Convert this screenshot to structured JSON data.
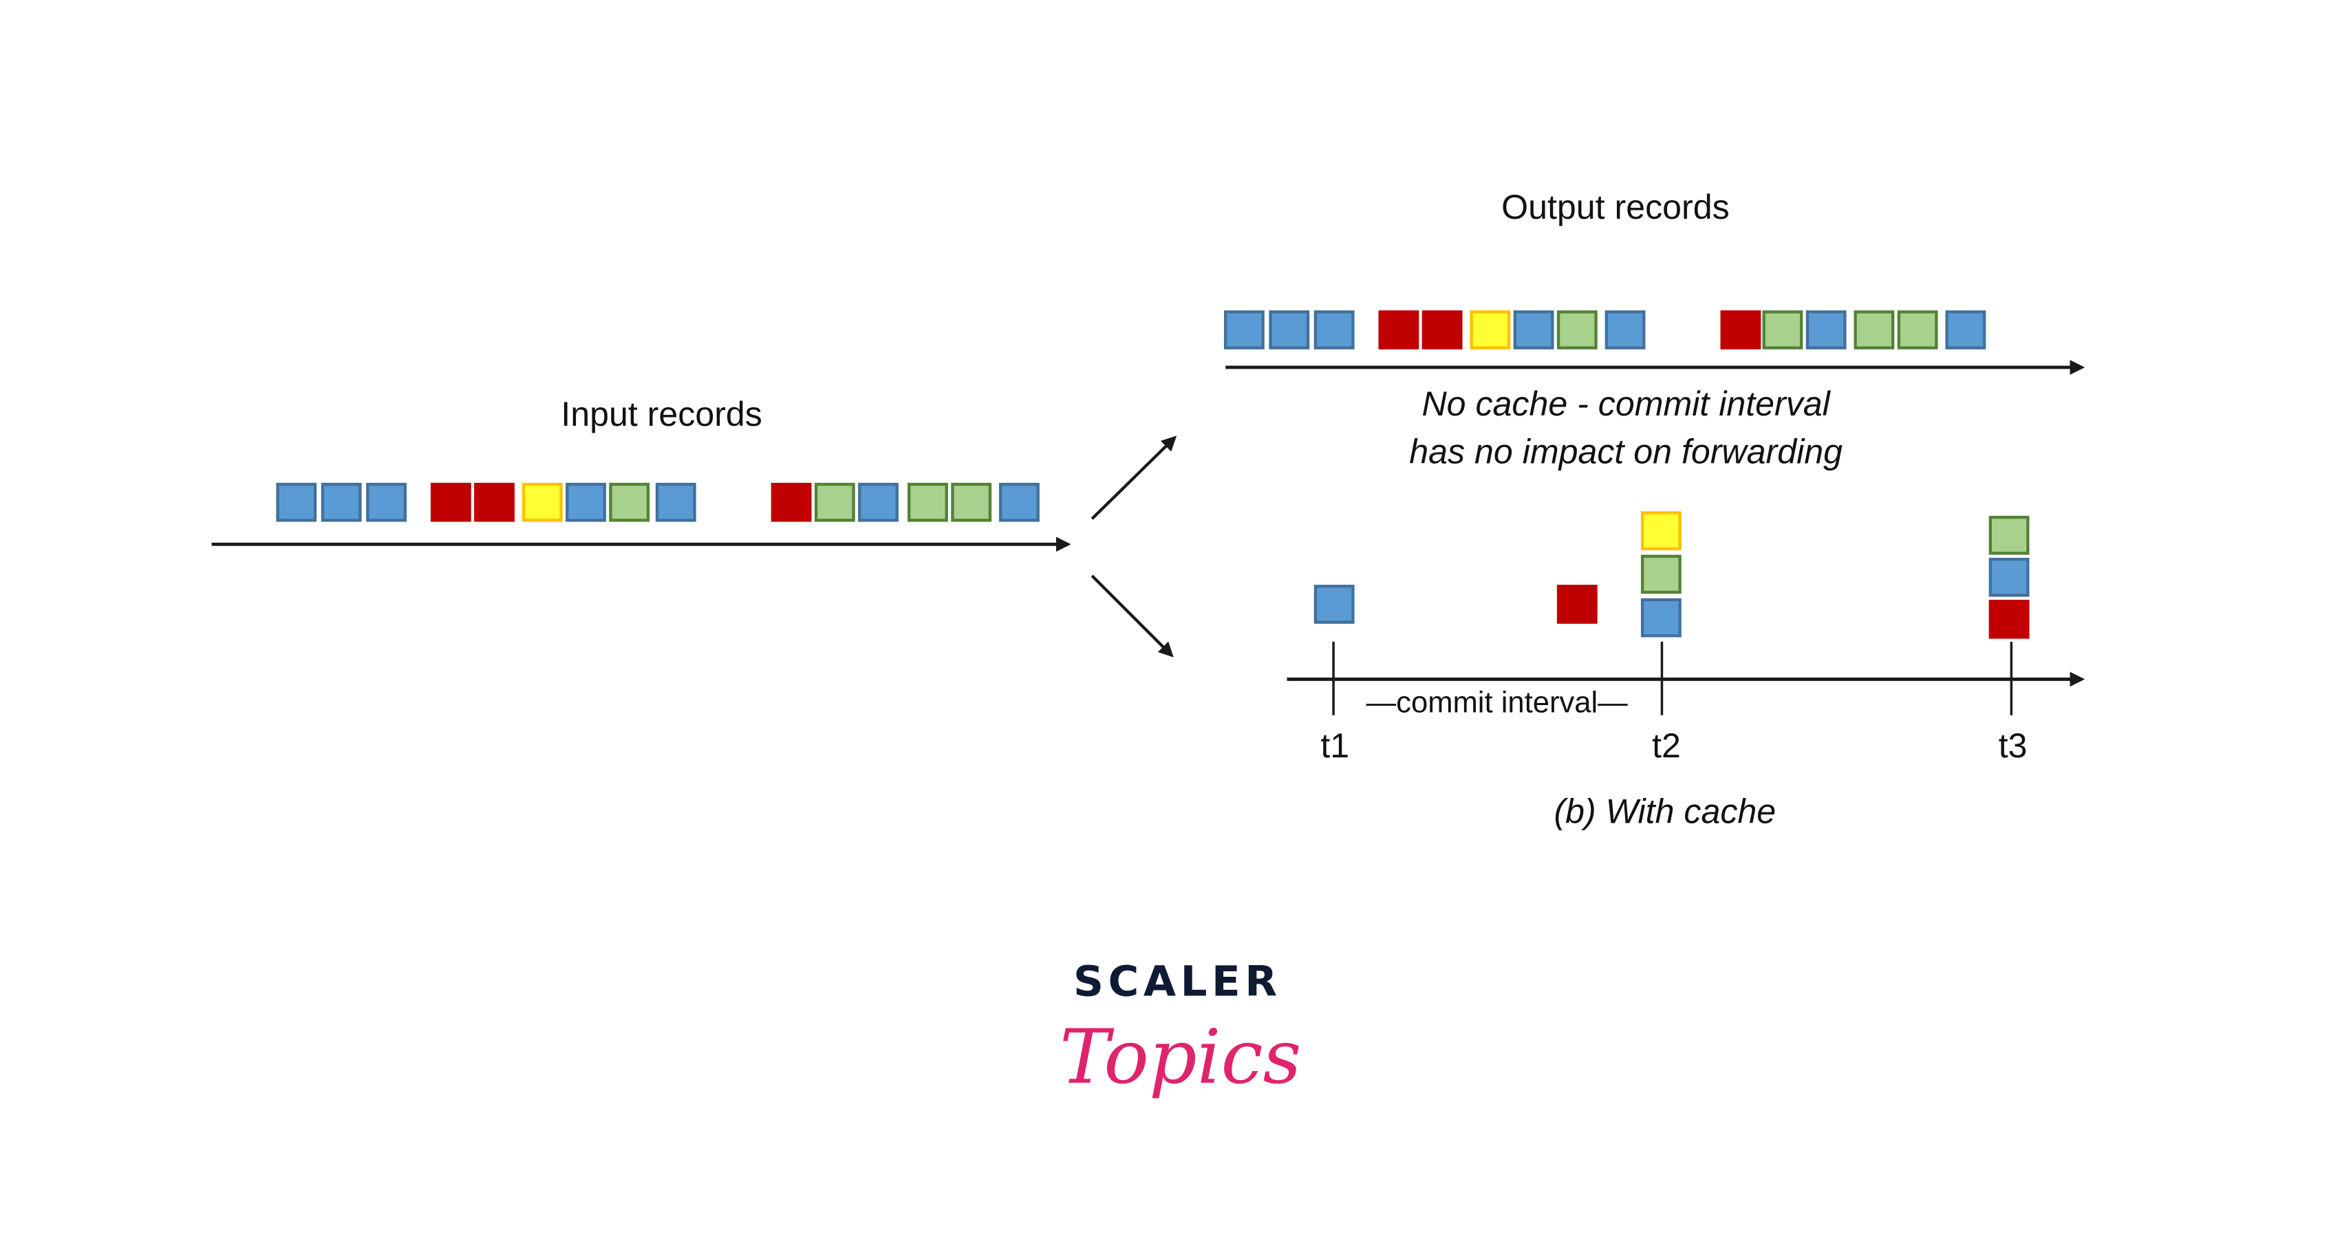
{
  "input": {
    "title": "Input records",
    "records": [
      "blue",
      "blue",
      "blue",
      "red",
      "red",
      "yellow",
      "blue",
      "green",
      "blue",
      "red",
      "green",
      "blue",
      "green",
      "green",
      "blue"
    ]
  },
  "output": {
    "title": "Output records",
    "no_cache_records": [
      "blue",
      "blue",
      "blue",
      "red",
      "red",
      "yellow",
      "blue",
      "green",
      "blue",
      "red",
      "green",
      "blue",
      "green",
      "green",
      "blue"
    ],
    "no_cache_caption_line1": "No cache - commit interval",
    "no_cache_caption_line2": "has no impact on forwarding",
    "with_cache": {
      "commit_interval_label": "—commit interval—",
      "ticks": [
        "t1",
        "t2",
        "t3"
      ],
      "events": [
        {
          "label": "t1",
          "records": [
            "blue"
          ]
        },
        {
          "label": "between",
          "records": [
            "red"
          ]
        },
        {
          "label": "t2",
          "records": [
            "blue",
            "green",
            "yellow"
          ]
        },
        {
          "label": "t3",
          "records": [
            "red",
            "blue",
            "green"
          ]
        }
      ],
      "caption": "(b) With cache"
    }
  },
  "colors": {
    "blue": {
      "fill": "#5b9bd5",
      "stroke": "#41719c"
    },
    "red": {
      "fill": "#c00000",
      "stroke": "#c00000"
    },
    "yellow": {
      "fill": "#ffff33",
      "stroke": "#ffc000"
    },
    "green": {
      "fill": "#a9d18e",
      "stroke": "#548235"
    }
  },
  "logo": {
    "line1": "SCALER",
    "line2": "Topics",
    "brand_dark": "#0f1b33",
    "brand_pink": "#e0246c"
  }
}
